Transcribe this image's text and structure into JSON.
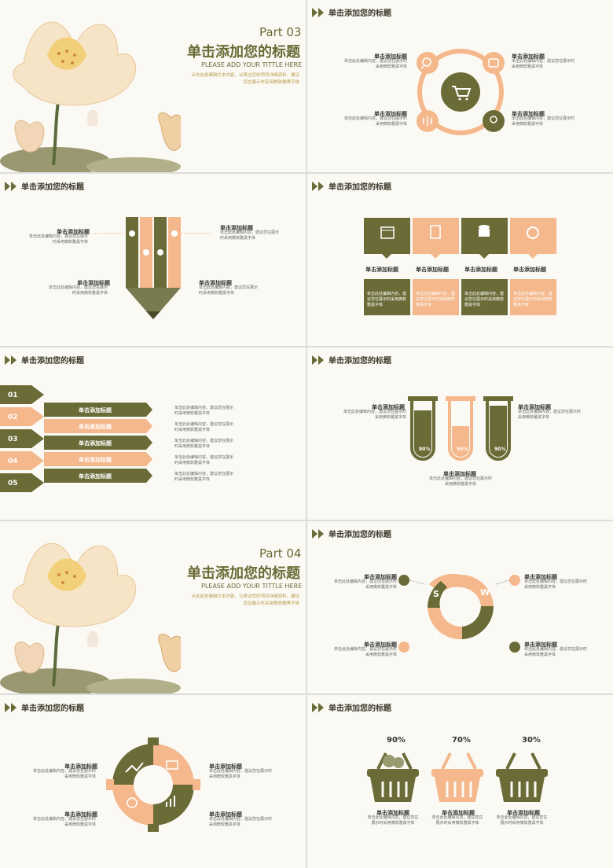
{
  "header_title": "单击添加您的标题",
  "label": "单击添加标题",
  "body_short": "单击此处编辑内容，建议您在展示时采用微软雅黑字体",
  "part_slides": [
    {
      "part": "Part 03",
      "title": "单击添加您的标题",
      "subtitle_en": "PLEASE ADD YOUR TITTLE HERE",
      "desc_1": "点击此处编辑文本内容，以表达您的项目详细资料，建议",
      "desc_2": "您在展示时采用微软雅黑字体"
    },
    {
      "part": "Part 04",
      "title": "单击添加您的标题",
      "subtitle_en": "PLEASE ADD YOUR TITTLE HERE",
      "desc_1": "点击此处编辑文本内容，以表达您的项目详细资料，建议",
      "desc_2": "您在展示时采用微软雅黑字体"
    }
  ],
  "list_numbers": [
    "01",
    "02",
    "03",
    "04",
    "05"
  ],
  "swot_letters": [
    "S",
    "W",
    "O",
    "T"
  ],
  "tube_values": [
    "80%",
    "50%",
    "90%"
  ],
  "basket_values": [
    "90%",
    "70%",
    "30%"
  ],
  "icons": [
    "search-icon",
    "stack-icon",
    "cart-icon",
    "rocket-icon",
    "medal-icon",
    "calendar-icon",
    "clipboard-icon",
    "database-icon",
    "refresh-icon",
    "gear-icon",
    "chart-icon",
    "lotus-illustration"
  ],
  "colors": {
    "olive": "#6a6b36",
    "peach": "#f4b88c",
    "background": "#fbf9f4"
  }
}
